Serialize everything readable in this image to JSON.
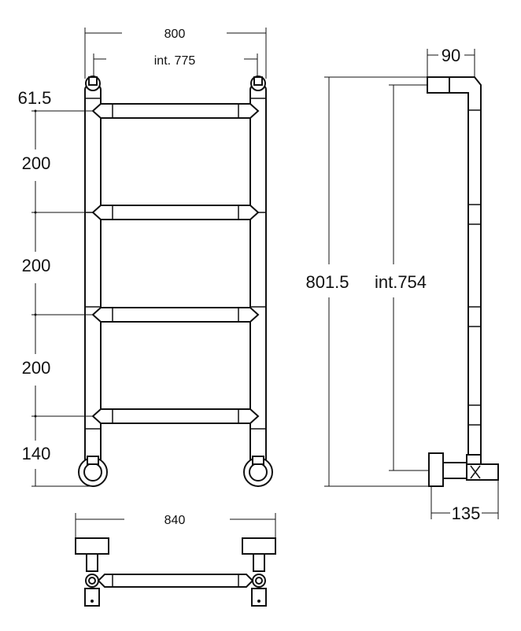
{
  "front_view": {
    "width_label": "800",
    "internal_width_label": "int. 775",
    "vertical_spacings": [
      "61.5",
      "200",
      "200",
      "200",
      "140"
    ]
  },
  "side_view": {
    "depth_label": "90",
    "height_label": "801.5",
    "internal_height_label": "int.754",
    "wall_distance_label": "135"
  },
  "bottom_view": {
    "width_label": "840"
  }
}
